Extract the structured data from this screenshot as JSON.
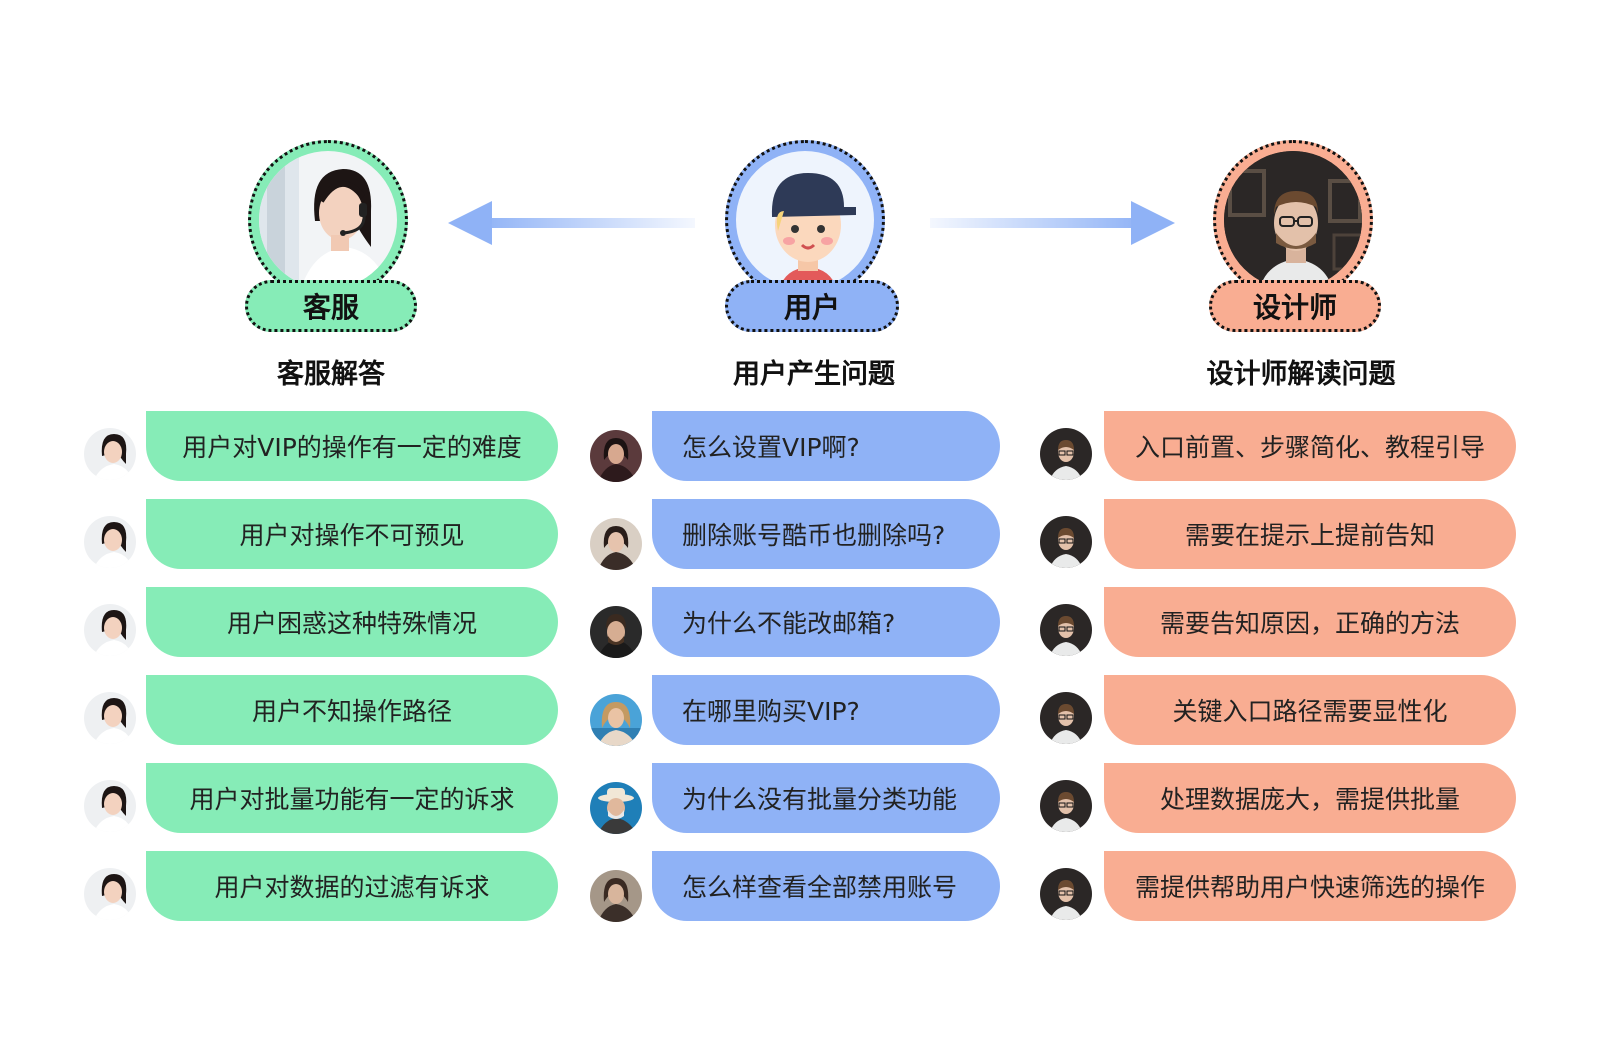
{
  "colors": {
    "green": "#86ecb7",
    "blue": "#8fb2f6",
    "orange": "#f9ad92"
  },
  "columns": {
    "service": {
      "role": "客服",
      "subtitle": "客服解答",
      "icon": "headset-agent-avatar",
      "items": [
        "用户对VIP的操作有一定的难度",
        "用户对操作不可预见",
        "用户困惑这种特殊情况",
        "用户不知操作路径",
        "用户对批量功能有一定的诉求",
        "用户对数据的过滤有诉求"
      ]
    },
    "user": {
      "role": "用户",
      "subtitle": "用户产生问题",
      "icon": "cartoon-user-avatar",
      "items": [
        "怎么设置VIP啊?",
        "删除账号酷币也删除吗?",
        "为什么不能改邮箱?",
        "在哪里购买VIP?",
        "为什么没有批量分类功能",
        "怎么样查看全部禁用账号"
      ]
    },
    "designer": {
      "role": "设计师",
      "subtitle": "设计师解读问题",
      "icon": "designer-avatar",
      "items": [
        "入口前置、步骤简化、教程引导",
        "需要在提示上提前告知",
        "需要告知原因，正确的方法",
        "关键入口路径需要显性化",
        "处理数据庞大，需提供批量",
        "需提供帮助用户快速筛选的操作"
      ]
    }
  }
}
